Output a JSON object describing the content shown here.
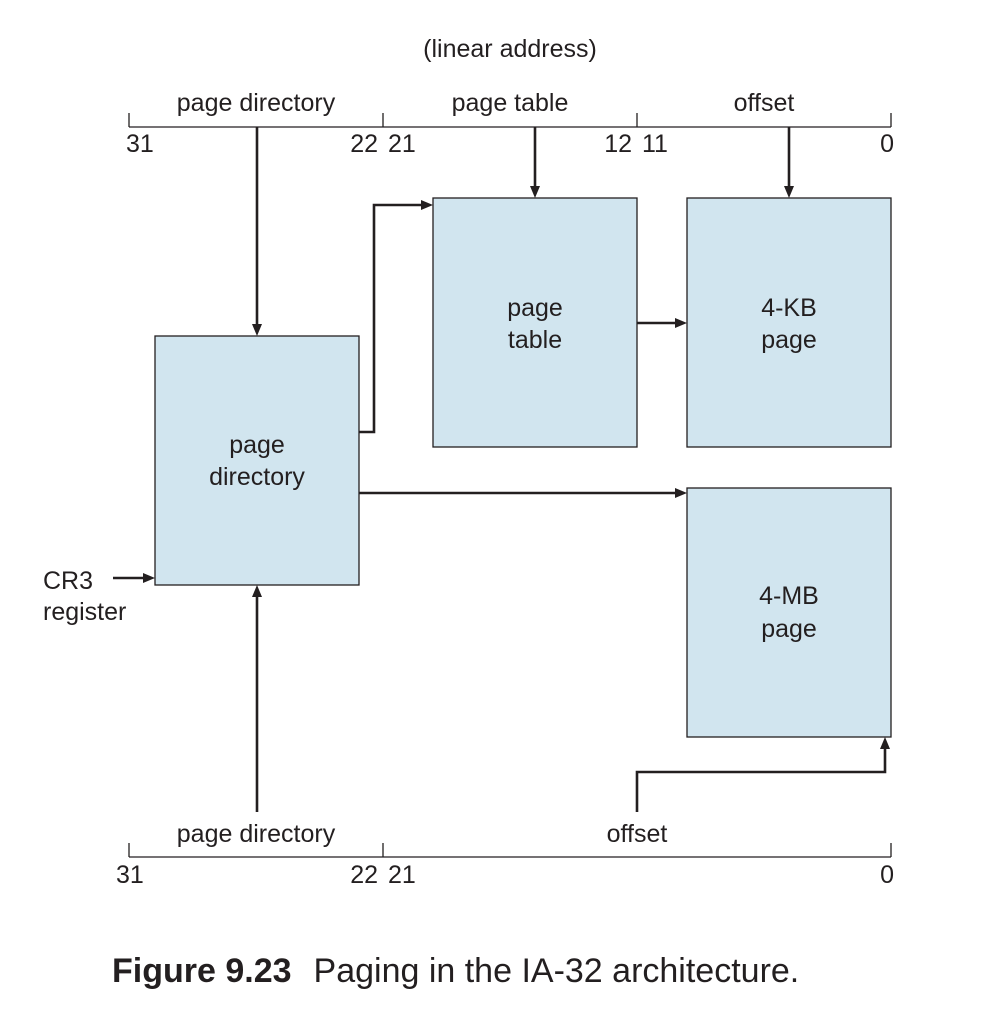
{
  "linear_address_label": "(linear address)",
  "top_register": {
    "field_labels": {
      "page_directory": "page directory",
      "page_table": "page table",
      "offset": "offset"
    },
    "bit_labels": {
      "b31": "31",
      "b22": "22",
      "b21": "21",
      "b12": "12",
      "b11": "11",
      "b0": "0"
    }
  },
  "bottom_register": {
    "field_labels": {
      "page_directory": "page directory",
      "offset": "offset"
    },
    "bit_labels": {
      "b31": "31",
      "b22": "22",
      "b21": "21",
      "b0": "0"
    }
  },
  "boxes": {
    "page_directory": [
      "page",
      "directory"
    ],
    "page_table": [
      "page",
      "table"
    ],
    "page_4kb": [
      "4-KB",
      "page"
    ],
    "page_4mb": [
      "4-MB",
      "page"
    ]
  },
  "cr3_label": [
    "CR3",
    "register"
  ],
  "caption": {
    "figure": "Figure 9.23",
    "text": "Paging in the IA-32 architecture."
  }
}
